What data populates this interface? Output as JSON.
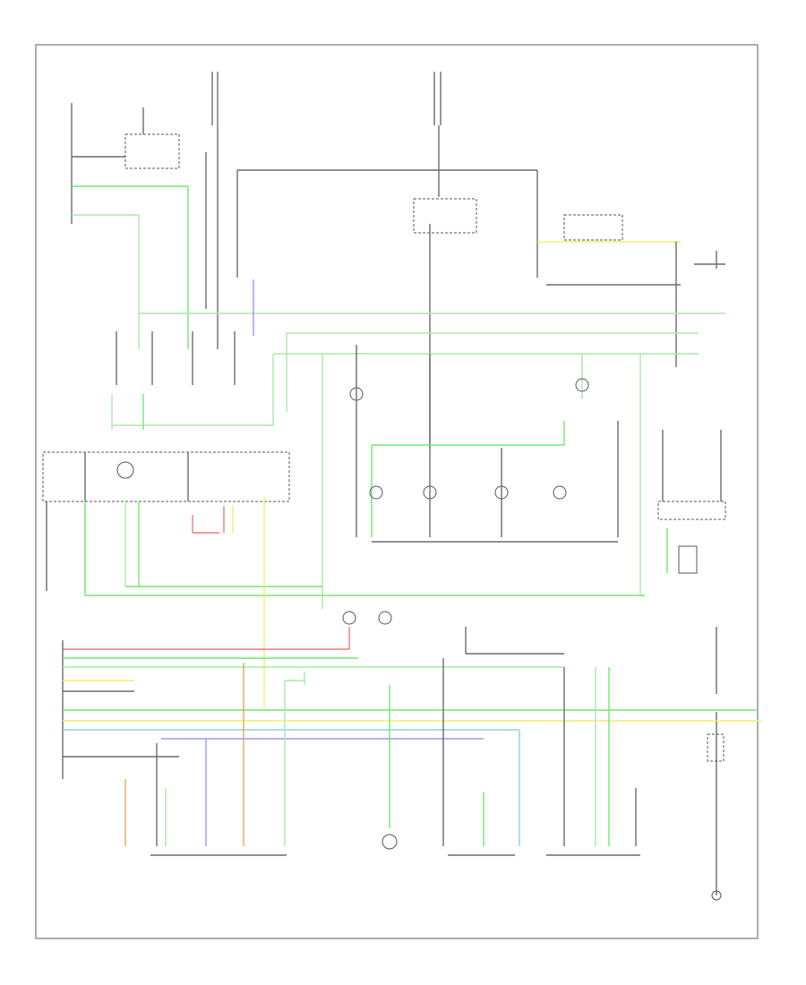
{
  "diagram": {
    "footer_code": "",
    "components": [
      {
        "id": "hot-fuse-box-1",
        "lines": [
          "",
          "",
          ""
        ]
      },
      {
        "id": "hot-fuse-box-2",
        "lines": [
          "",
          "",
          ""
        ]
      },
      {
        "id": "hot-fuse-box-3",
        "lines": [
          "",
          "",
          ""
        ]
      },
      {
        "id": "left-dash-fuse",
        "lines": [
          "",
          ""
        ]
      },
      {
        "id": "right-dash-fuse",
        "lines": [
          "",
          ""
        ]
      },
      {
        "id": "combination-switch",
        "lines": [
          "",
          ""
        ]
      },
      {
        "id": "turn-relay",
        "lines": [
          "",
          ""
        ]
      },
      {
        "id": "hazard-switch",
        "lines": [
          "",
          ""
        ]
      },
      {
        "id": "combination-meter-left",
        "lines": [
          "",
          ""
        ]
      },
      {
        "id": "combination-meter-right",
        "lines": [
          "",
          ""
        ]
      },
      {
        "id": "left-front-turn-lamp",
        "lines": [
          "",
          "",
          ""
        ]
      },
      {
        "id": "right-front-turn-lamp",
        "lines": [
          "",
          "",
          ""
        ]
      },
      {
        "id": "left-side-marker",
        "lines": [
          "",
          ""
        ]
      },
      {
        "id": "right-side-marker",
        "lines": [
          "",
          ""
        ]
      },
      {
        "id": "rear-connector",
        "lines": [
          "",
          ""
        ]
      },
      {
        "id": "left-combination-lamp",
        "lines": [
          "",
          ""
        ]
      },
      {
        "id": "right-combination-lamp",
        "lines": [
          "",
          ""
        ]
      },
      {
        "id": "license-lamp",
        "lines": [
          "",
          ""
        ]
      },
      {
        "id": "right-rear-turn-lamp",
        "lines": [
          "",
          ""
        ]
      },
      {
        "id": "stop-switch",
        "lines": [
          "",
          ""
        ]
      }
    ],
    "wire_labels": [],
    "ground_labels": [],
    "bottom_labels": [
      "",
      "",
      "",
      "",
      "",
      "",
      "",
      "",
      "",
      "",
      "",
      ""
    ],
    "colors": {
      "black": "#6b6b6b",
      "green": "#6fe86f",
      "light_green": "#a9e8a9",
      "yellow": "#f2ee6a",
      "red": "#f07a7a",
      "blue": "#9a9af5",
      "orange": "#e4a85c",
      "light_blue": "#8ecfe6"
    }
  }
}
